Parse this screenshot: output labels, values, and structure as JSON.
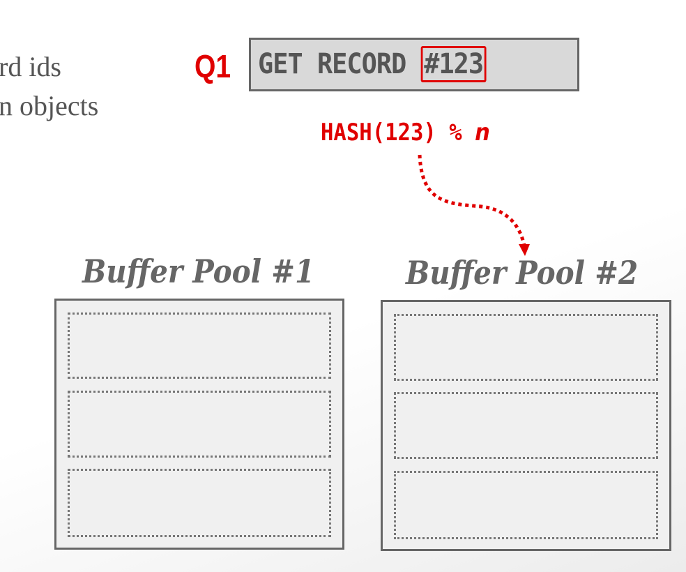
{
  "bullets": [
    "rd ids",
    "n objects"
  ],
  "query": {
    "label": "Q1",
    "command": "GET RECORD",
    "record_id": "#123"
  },
  "hash": {
    "expr": "HASH(123) %",
    "var": "n"
  },
  "pools": [
    {
      "title": "Buffer Pool #1",
      "slots": 3
    },
    {
      "title": "Buffer Pool #2",
      "slots": 3
    }
  ],
  "colors": {
    "accent": "#e00000",
    "gray": "#666666"
  }
}
